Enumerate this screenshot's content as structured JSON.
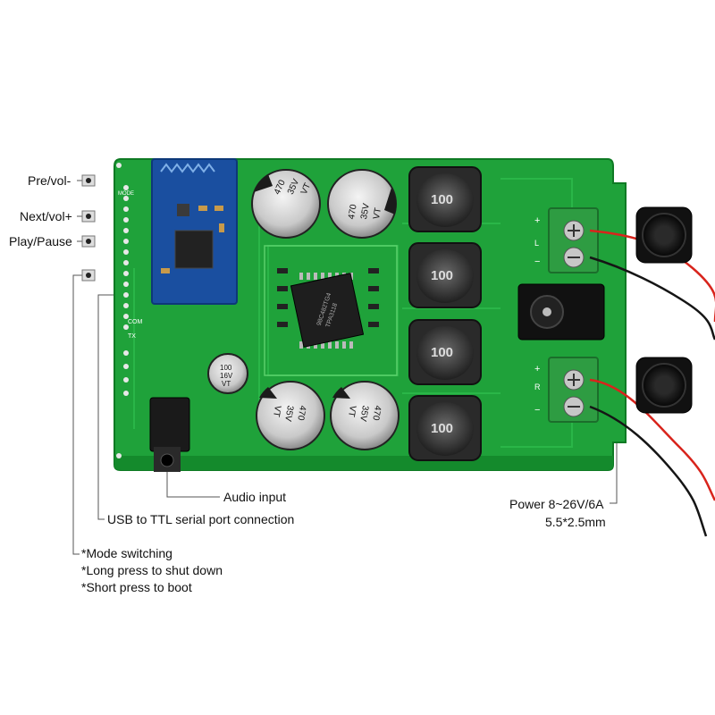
{
  "labels": {
    "pre_vol": "Pre/vol-",
    "next_vol": "Next/vol+",
    "play_pause": "Play/Pause",
    "audio_input": "Audio input",
    "usb_ttl": "USB to TTL serial port connection",
    "mode_switching": "*Mode switching",
    "long_press": "*Long press to shut down",
    "short_press": "*Short press to boot",
    "power": "Power 8~26V/6A",
    "power_jack": "5.5*2.5mm"
  },
  "board": {
    "capacitor_top_left": [
      "470",
      "35V",
      "VT"
    ],
    "capacitor_top_right": [
      "470",
      "35V",
      "VT"
    ],
    "capacitor_bottom_left": [
      "470",
      "35V",
      "VT"
    ],
    "capacitor_bottom_right": [
      "470",
      "35V",
      "VT"
    ],
    "capacitor_small": [
      "100",
      "16V",
      "VT"
    ],
    "inductor_value": "100",
    "chip_text": [
      "98C482TG4",
      "TPA3118"
    ],
    "silk_mode": "MODE",
    "silk_com": "COM",
    "silk_tx": "TX",
    "silk_l": "L",
    "silk_r": "R",
    "silk_plus": "+",
    "silk_minus": "−"
  },
  "colors": {
    "pcb": "#1fa23a",
    "pcb_dark": "#148a2c",
    "bt_module": "#1a4fa0",
    "terminal": "#2e9c42",
    "wire_red": "#d8241c",
    "wire_black": "#151515"
  }
}
